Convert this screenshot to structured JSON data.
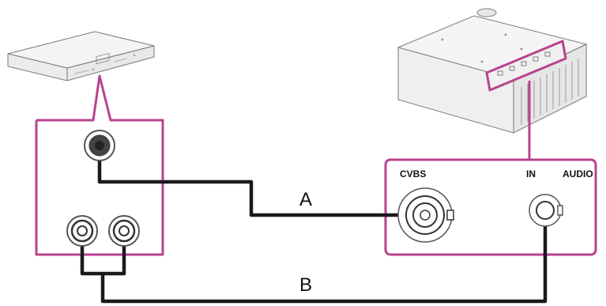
{
  "cables": {
    "a_label": "A",
    "b_label": "B"
  },
  "projector_panel": {
    "cvbs_label": "CVBS",
    "in_label": "IN",
    "audio_label": "AUDIO"
  },
  "colors": {
    "highlight": "#b8438e",
    "cable": "#1a1a1a",
    "device_outline": "#7a7a7a",
    "device_fill": "#f4f4f4"
  }
}
